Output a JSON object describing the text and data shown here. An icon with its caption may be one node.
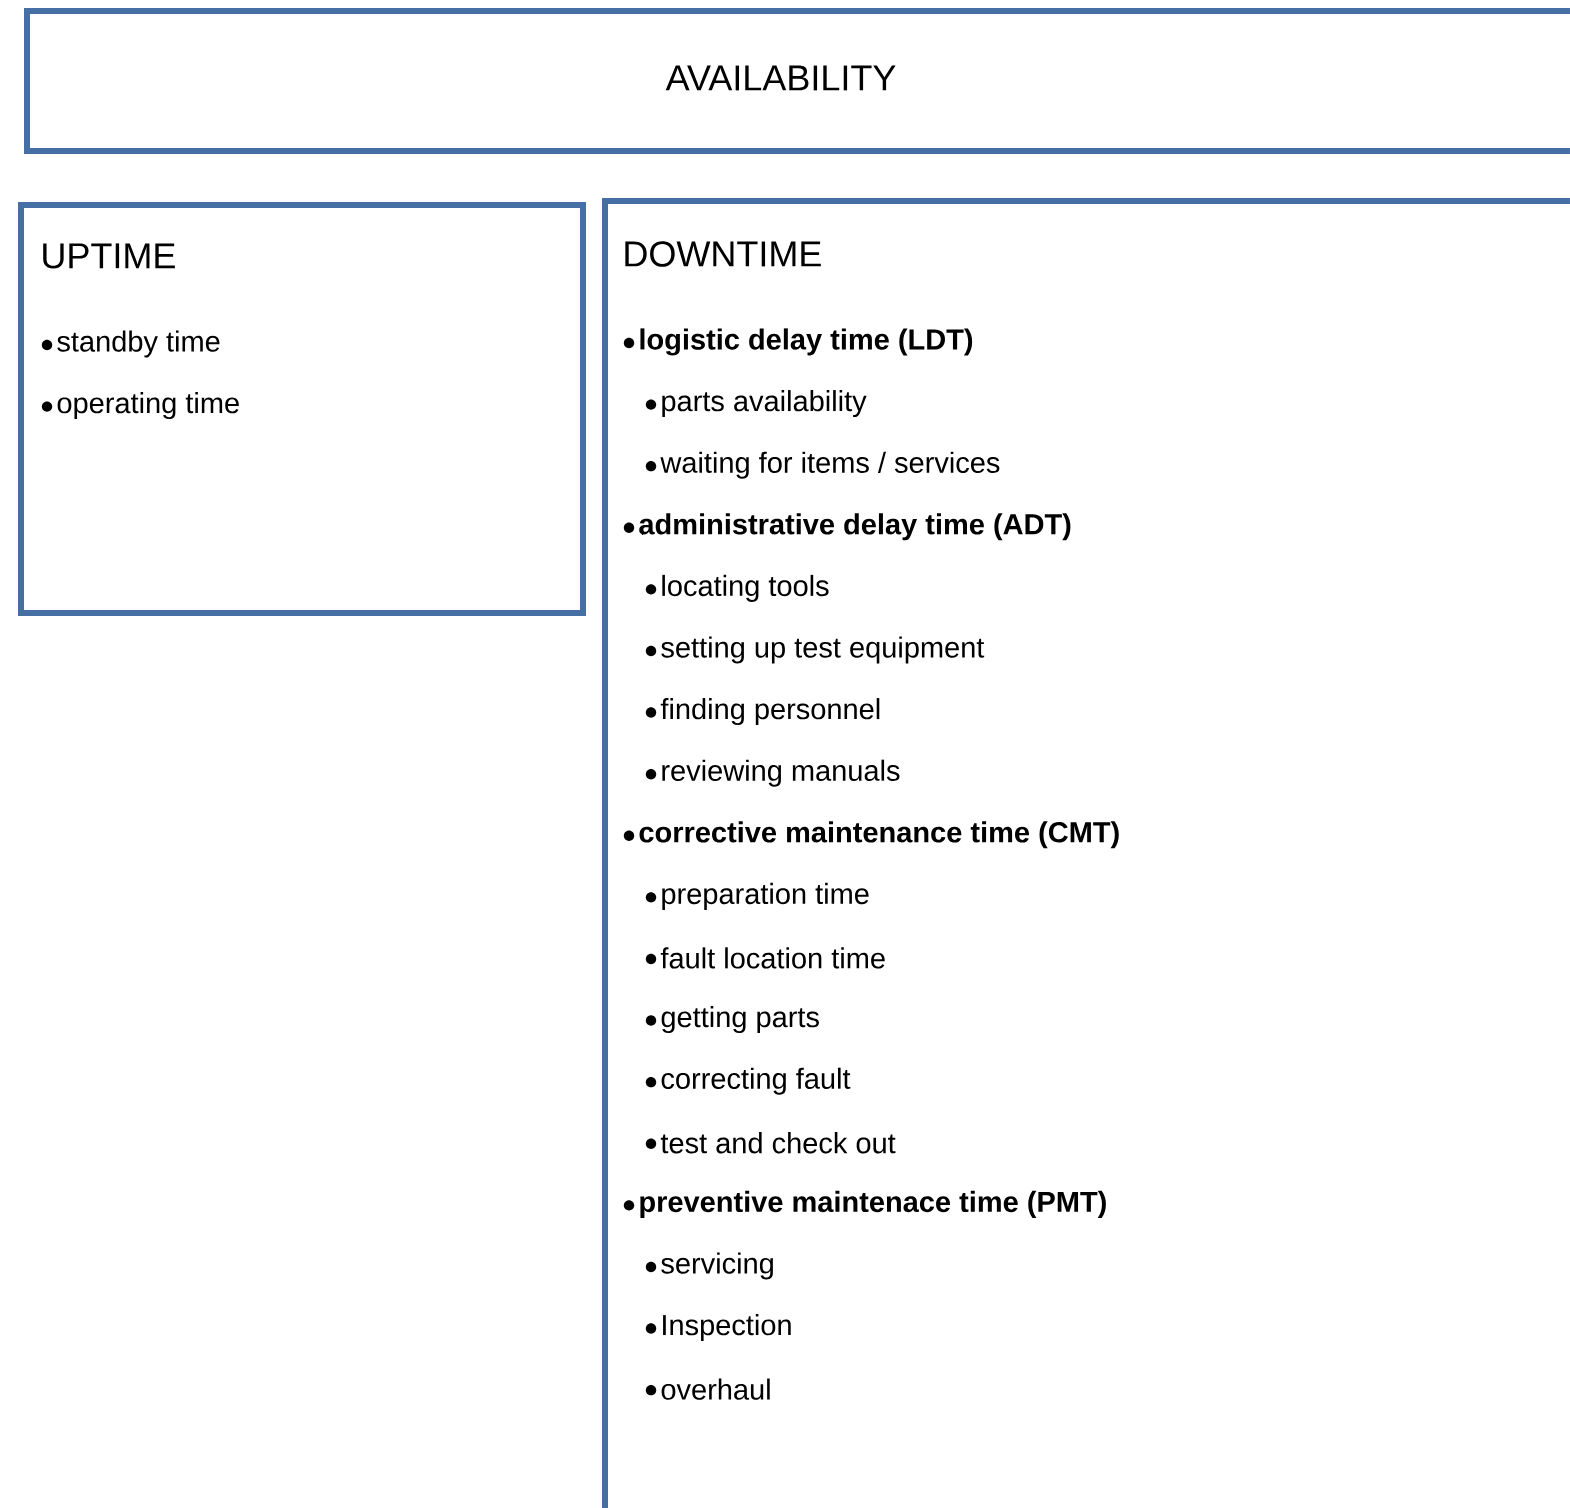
{
  "diagram": {
    "nodes": [
      {
        "text": [
          "AVAILABILITY"
        ]
      },
      {
        "text": [
          "UPTIME",
          "standby time",
          "operating time"
        ]
      },
      {
        "text": [
          "DOWNTIME",
          "logistic delay time (LDT)",
          "parts availability",
          "waiting for items / services",
          "administrative delay time (ADT)",
          "locating tools",
          "setting up test equipment",
          "finding personnel",
          "reviewing manuals",
          "corrective maintenance time (CMT)",
          "preparation time",
          "fault location time",
          "getting parts",
          "correcting fault",
          "test and check out",
          "preventive maintenace time (PMT)",
          "servicing",
          "Inspection",
          "overhaul"
        ]
      }
    ]
  }
}
